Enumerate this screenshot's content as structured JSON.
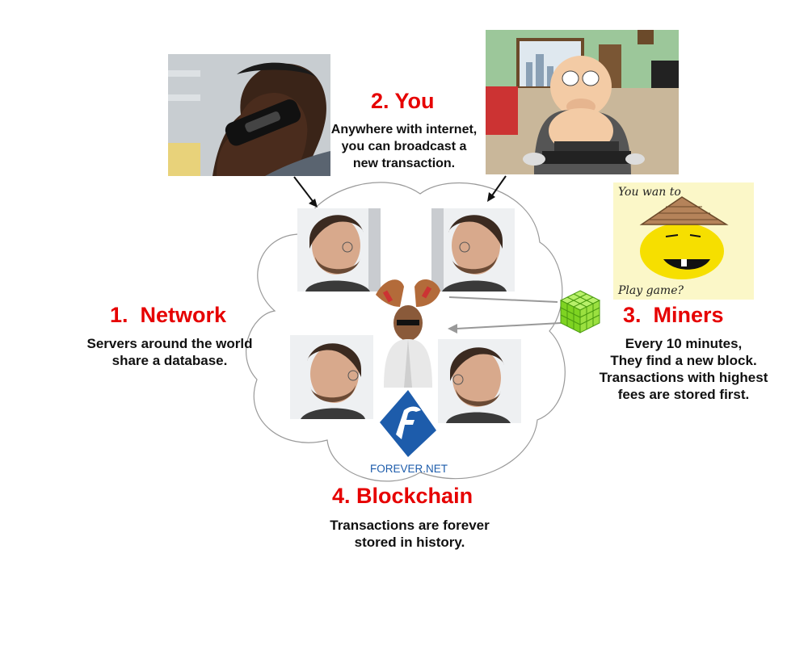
{
  "network": {
    "title": "1.  Network",
    "description": "Servers around the world\nshare a database."
  },
  "you": {
    "title": "2. You",
    "description": "Anywhere with internet,\nyou can broadcast a\nnew transaction."
  },
  "miners": {
    "title": "3.  Miners",
    "description": "Every 10 minutes,\nThey find a new block.\nTransactions with highest\nfees are stored first."
  },
  "blockchain": {
    "title": "4. Blockchain",
    "description": "Transactions are forever\nstored in history."
  },
  "doodle": {
    "line_top": "You wan to",
    "line_bottom": "Play game?"
  },
  "logo": {
    "text": "FOREVER.NET"
  },
  "colors": {
    "title": "#e60000",
    "text": "#111111",
    "cloud_stroke": "#9a9a9a",
    "arrow": "#111111",
    "cube": "#7ed321",
    "logo_blue": "#1d5cab"
  }
}
